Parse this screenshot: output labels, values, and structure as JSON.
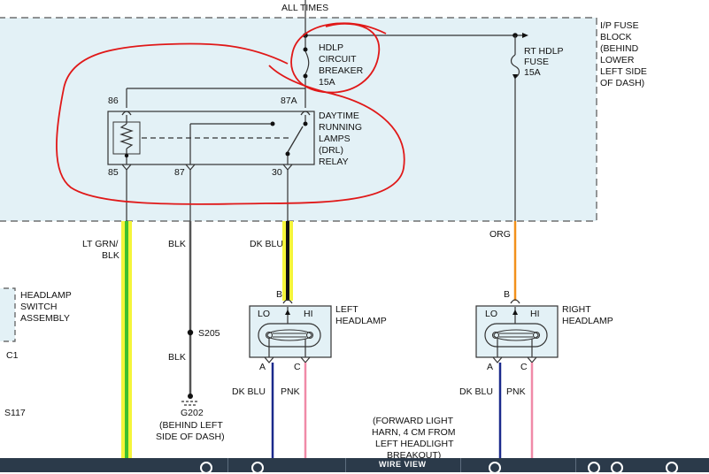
{
  "diagram": {
    "top_label": "ALL TIMES",
    "fuse_block_label": [
      "I/P FUSE",
      "BLOCK",
      "(BEHIND",
      "LOWER",
      "LEFT SIDE",
      "OF DASH)"
    ],
    "breaker_label": [
      "HDLP",
      "CIRCUIT",
      "BREAKER",
      "15A"
    ],
    "rt_fuse_label": [
      "RT HDLP",
      "FUSE",
      "15A"
    ],
    "relay_label": [
      "DAYTIME",
      "RUNNING",
      "LAMPS",
      "(DRL)",
      "RELAY"
    ],
    "pins": {
      "p86": "86",
      "p87a": "87A",
      "p85": "85",
      "p87": "87",
      "p30": "30"
    },
    "wire_labels": {
      "lt_grn_blk": [
        "LT GRN/",
        "BLK"
      ],
      "blk_top": "BLK",
      "dk_blu_top": "DK BLU",
      "org": "ORG",
      "blk_bottom": "BLK",
      "left_a_wire": "DK BLU",
      "left_c_wire": "PNK",
      "right_a_wire": "DK BLU",
      "right_c_wire": "PNK"
    },
    "splice": "S205",
    "ground": "G202",
    "ground_location": [
      "(BEHIND LEFT",
      "SIDE OF DASH)"
    ],
    "switch_label": [
      "HEADLAMP",
      "SWITCH",
      "ASSEMBLY"
    ],
    "switch_connector": "C1",
    "s117": "S117",
    "left_headlamp": {
      "label": [
        "LEFT",
        "HEADLAMP"
      ],
      "lo": "LO",
      "hi": "HI",
      "pin_b": "B",
      "pin_a": "A",
      "pin_c": "C"
    },
    "right_headlamp": {
      "label": [
        "RIGHT",
        "HEADLAMP"
      ],
      "lo": "LO",
      "hi": "HI",
      "pin_b": "B",
      "pin_a": "A",
      "pin_c": "C"
    },
    "harness_note": [
      "(FORWARD LIGHT",
      "HARN, 4 CM FROM",
      "LEFT HEADLIGHT",
      "BREAKOUT)"
    ]
  },
  "colors": {
    "fuse_block_fill": "#e3f1f6",
    "wire_lt_grn": "#3fbf2f",
    "wire_yellow_highlight": "#f5f53a",
    "wire_org": "#f2911b",
    "wire_dk_blu": "#1b2a8c",
    "wire_pnk": "#f08aa8",
    "wire_blk": "#333333",
    "markup_red": "#e01818",
    "toolbar": "#2b3a4a"
  },
  "toolbar": {
    "label": "WIRE VIEW"
  }
}
